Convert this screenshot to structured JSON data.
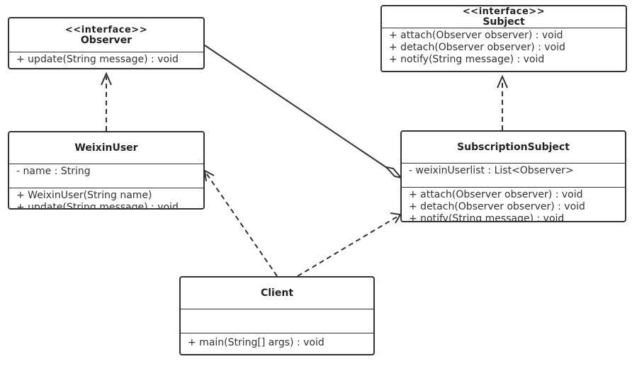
{
  "diagram": {
    "observer": {
      "stereotype": "<<interface>>",
      "name": "Observer",
      "operations": [
        "+ update(String message) : void"
      ]
    },
    "subject": {
      "stereotype": "<<interface>>",
      "name": "Subject",
      "operations": [
        "+ attach(Observer observer) : void",
        "+ detach(Observer observer) : void",
        "+ notify(String message) : void"
      ]
    },
    "weixin_user": {
      "name": "WeixinUser",
      "attributes": [
        "- name : String"
      ],
      "operations": [
        "+ WeixinUser(String name)",
        "+ update(String message) : void"
      ]
    },
    "subscription_subject": {
      "name": "SubscriptionSubject",
      "attributes": [
        "- weixinUserlist : List<Observer>"
      ],
      "operations": [
        "+ attach(Observer observer) : void",
        "+ detach(Observer observer) : void",
        "+ notify(String message) : void"
      ]
    },
    "client": {
      "name": "Client",
      "attributes": [],
      "operations": [
        "+ main(String[] args) : void"
      ]
    }
  },
  "colors": {
    "line": "#333333",
    "box_fill": "#ffffff"
  }
}
